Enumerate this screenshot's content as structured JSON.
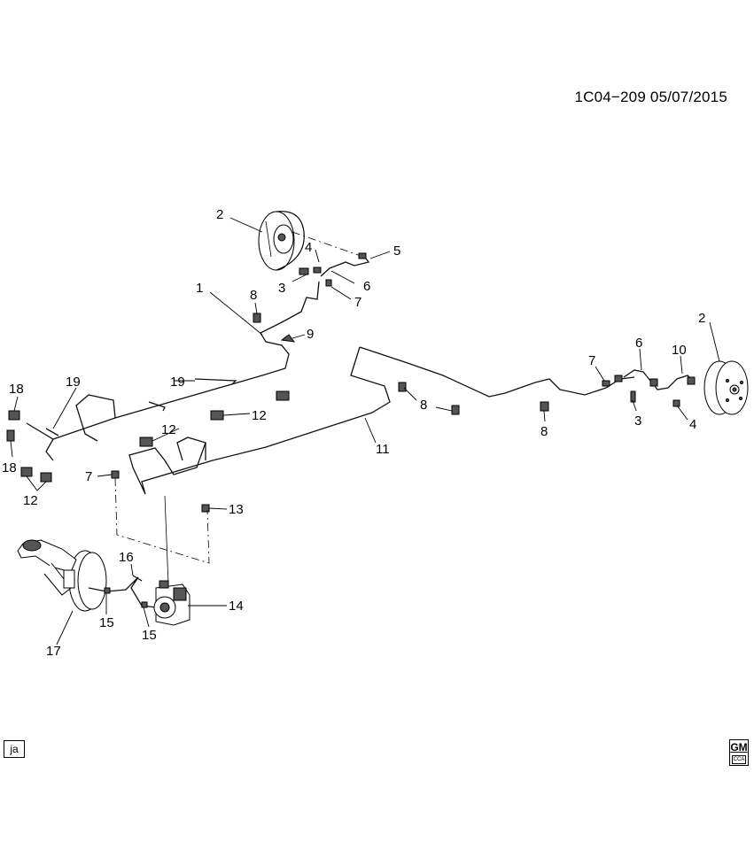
{
  "diagram_code": "1C04−209  05/07/2015",
  "language_label": "ja",
  "brand_logo": {
    "text": "GM",
    "subtext": "CCA"
  },
  "callouts": {
    "c1": "1",
    "c2_left": "2",
    "c2_right": "2",
    "c3_left": "3",
    "c3_right": "3",
    "c4_left": "4",
    "c4_right": "4",
    "c5": "5",
    "c6_left": "6",
    "c6_right": "6",
    "c7_top": "7",
    "c7_right": "7",
    "c7_left": "7",
    "c8_left": "8",
    "c8_mid": "8",
    "c8_right": "8",
    "c9": "9",
    "c10": "10",
    "c11": "11",
    "c12_a": "12",
    "c12_b": "12",
    "c12_c": "12",
    "c13": "13",
    "c14": "14",
    "c15_a": "15",
    "c15_b": "15",
    "c16": "16",
    "c17": "17",
    "c18_a": "18",
    "c18_b": "18",
    "c19_a": "19",
    "c19_b": "19"
  }
}
